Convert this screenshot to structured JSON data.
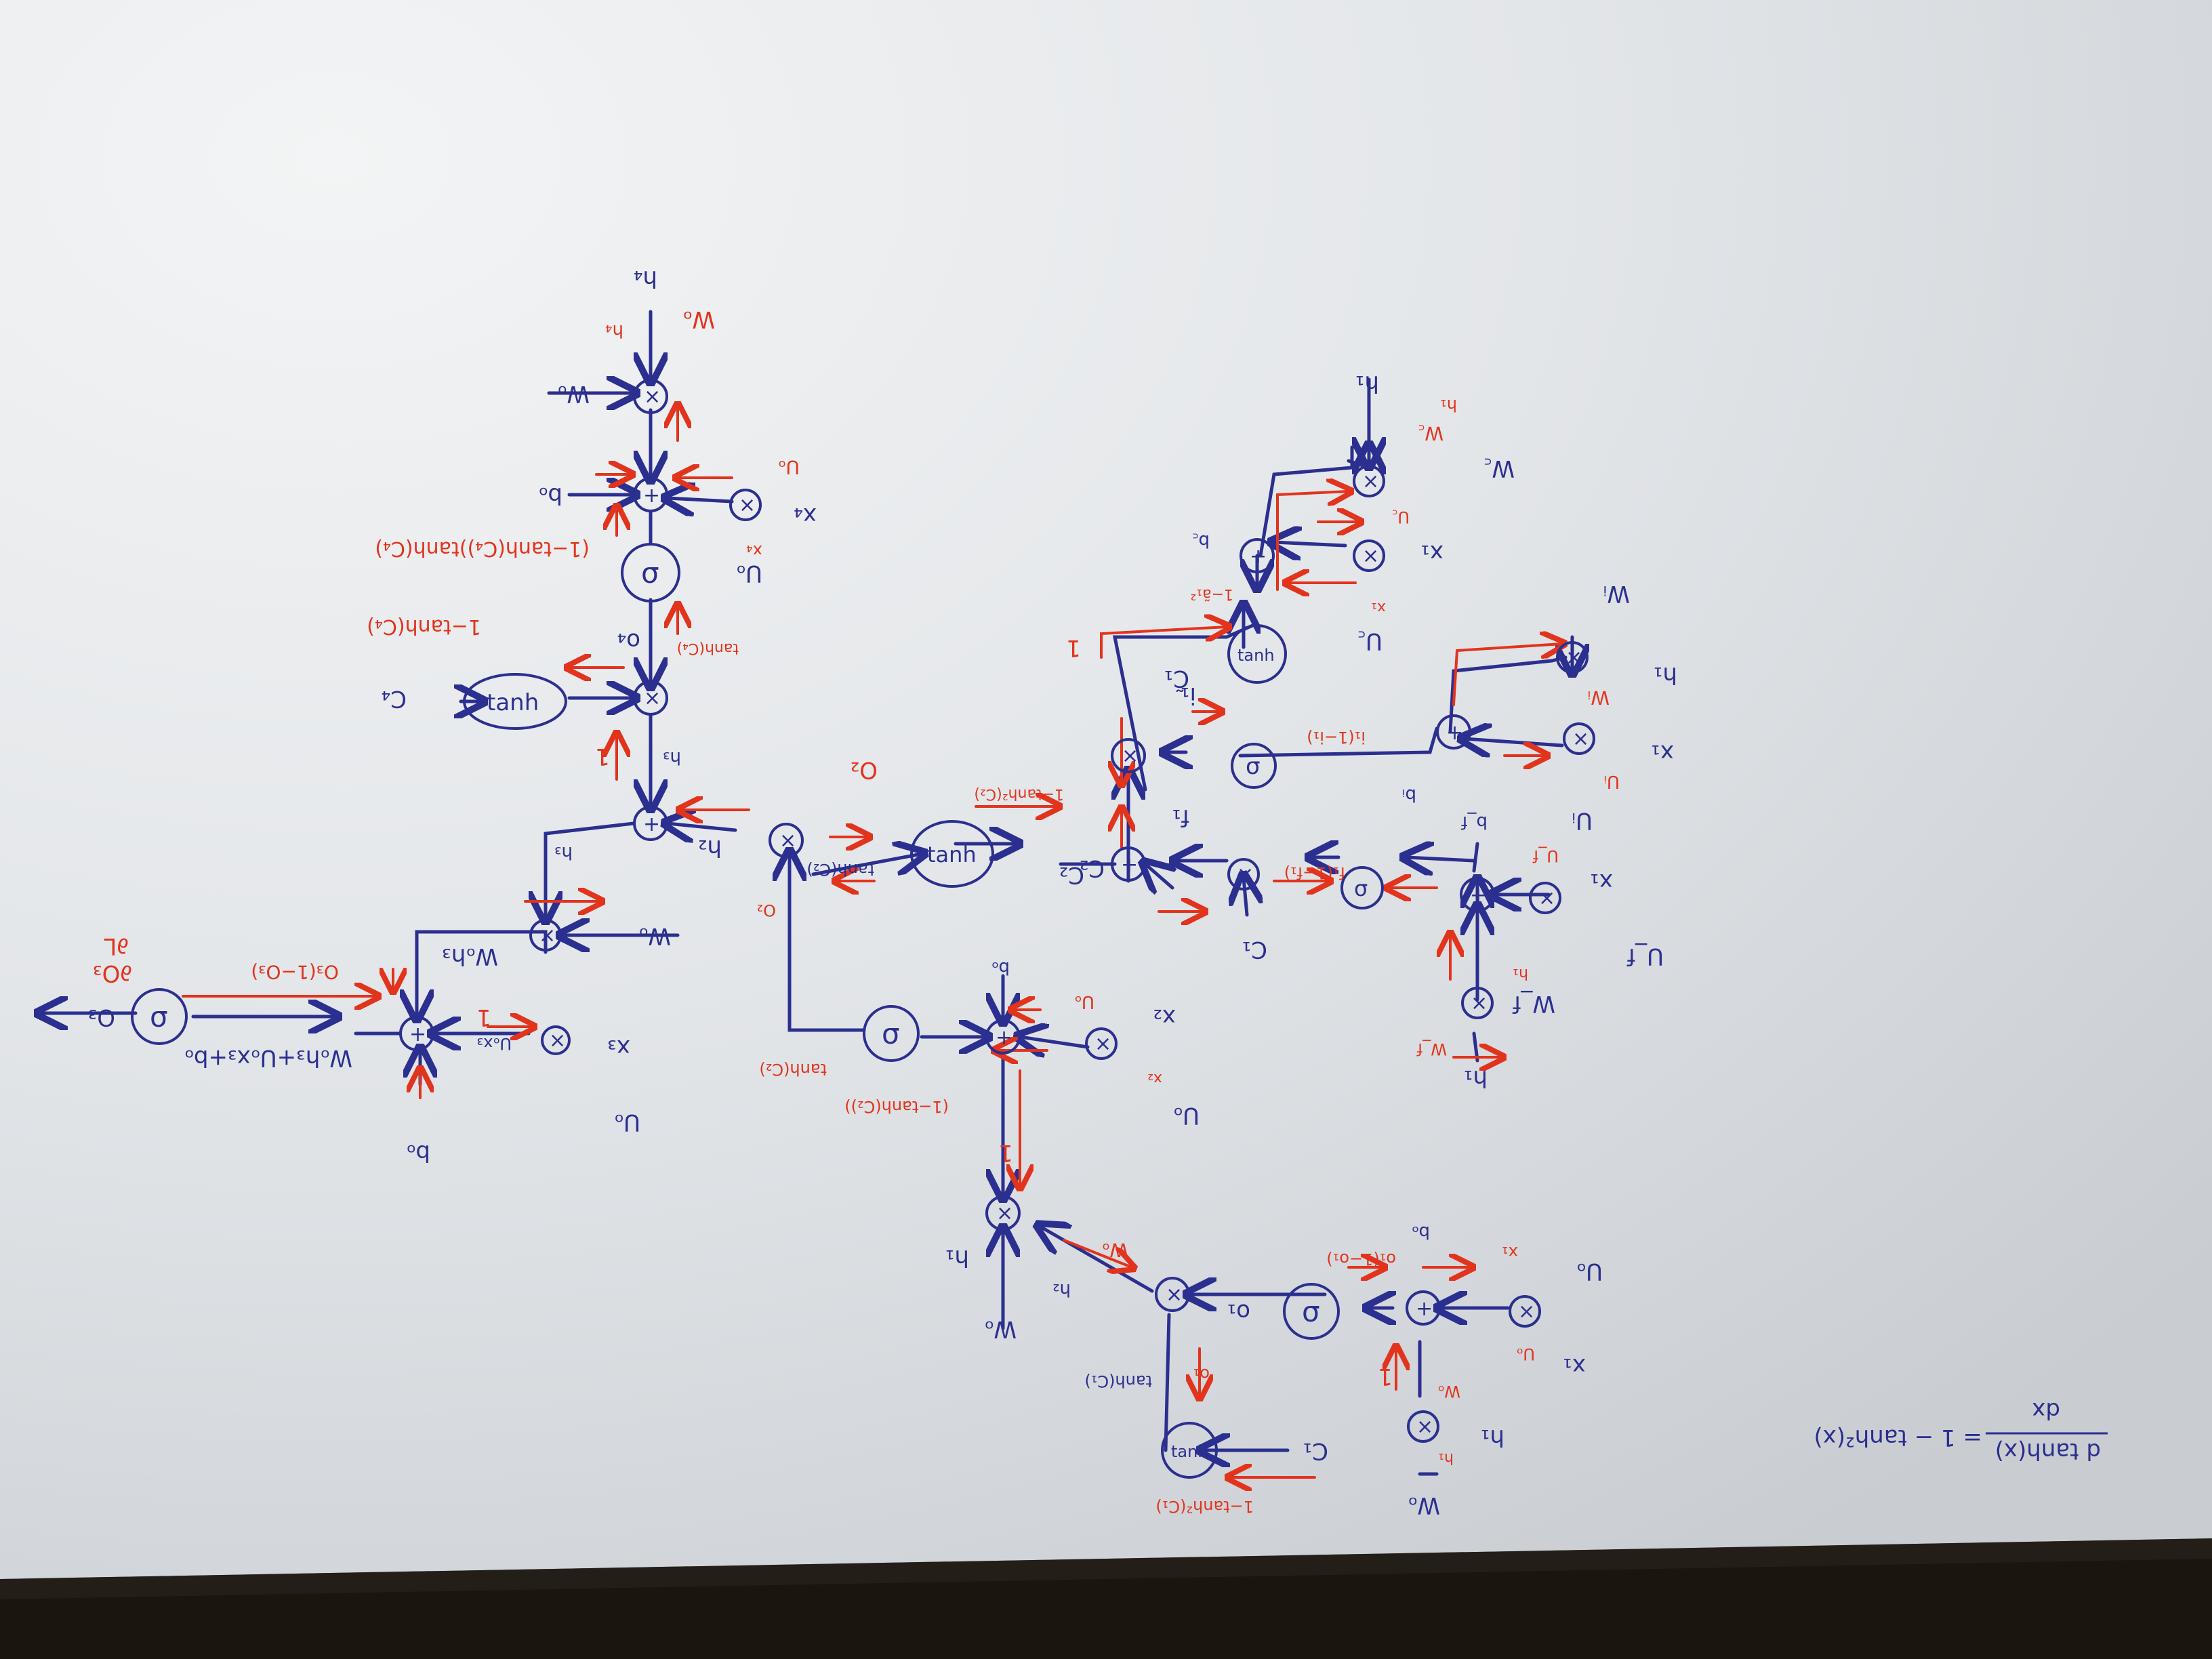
{
  "colors": {
    "paper": "#e6e8ea",
    "paper_shade": "#cfd3d8",
    "blue_ink": "#2b2f8f",
    "red_ink": "#e2341d",
    "background": "#1a1410"
  },
  "nodes": {
    "sigma": "σ",
    "plus": "+",
    "times": "×",
    "tanh": "tanh"
  },
  "formula": {
    "numerator": "d tanh(x)",
    "equals": "= 1 − tanh²(x)",
    "denominator": "dx"
  },
  "top_gate": {
    "h4": "h₄",
    "Wo": "Wₒ",
    "Wo_red": "Wₒ",
    "h4_red": "h₄",
    "bo": "bₒ",
    "x4": "x₄",
    "Uo": "Uₒ",
    "Uo_red": "Uₒ",
    "x4_red": "x₄",
    "sig_grad": "(1−tanh(C₄))tanh(C₄)",
    "o4": "o₄",
    "tanh_c4": "tanh(C₄)",
    "one_minus_tanh": "1−tanh(C₄)",
    "c4": "C₄",
    "h3": "h₃",
    "one": "1"
  },
  "output": {
    "o3": "O₃",
    "dL": "∂L",
    "do3": "∂O₃",
    "expr": "Wₒh₃+Uₒx₃+bₒ",
    "sig_grad": "O₃(1−O₃)",
    "woh3": "Wₒh₃",
    "uox3": "Uₒx₃",
    "x3": "x₃",
    "Uo": "Uₒ",
    "bo": "bₒ",
    "Wo": "Wₒ",
    "h3": "h₃",
    "one": "1"
  },
  "middle": {
    "h2": "h₂",
    "O2": "O₂",
    "tanh_c2": "tanh(C₂)",
    "c2": "C₂",
    "one_minus_tanh": "1−tanh²(C₂)",
    "O2_red": "O₂",
    "tanh_c2b": "tanh(C₂)",
    "bo": "bₒ",
    "Uo": "Uₒ",
    "x2": "x₂",
    "Uo2": "Uₒ",
    "x2_red": "x₂",
    "tanh_grad": "(1−tanh(C₂))",
    "tanh_red": "tanh(C₂)",
    "h1": "h₁",
    "Wo": "Wₒ",
    "Wo_red": "Wₒ",
    "h2b": "h₂",
    "one": "1"
  },
  "bottom": {
    "tanh_c1": "tanh(C₁)",
    "o1": "o₁",
    "o1_red": "o₁",
    "o1_grad": "o₁(1−o₁)",
    "bo": "bₒ",
    "Uo": "Uₒ",
    "x1": "x₁",
    "x1_red": "x₁",
    "Uo_red": "Uₒ",
    "c1": "C₁",
    "tanh_sq": "1−tanh²(C₁)",
    "h1": "h₁",
    "Wo": "Wₒ",
    "Wo_red": "Wₒ",
    "h1_red": "h₁",
    "one": "1"
  },
  "right": {
    "c2": "C₂",
    "i1": "i₁",
    "f1": "f₁",
    "c1": "C₁",
    "one": "1",
    "c1_tilde": "C̃₁",
    "tanh_red": "1−ã₁²",
    "i_grad": "i₁(1−i₁)",
    "f_grad": "f₁(1−f₁)",
    "Wc": "W꜀",
    "h1": "h₁",
    "h1_red": "h₁",
    "Wc_red": "W꜀",
    "bc": "b꜀",
    "Uc": "U꜀",
    "x1": "x₁",
    "Uc_red": "U꜀",
    "x1_red": "x₁",
    "Wi": "Wᵢ",
    "Wi_red": "Wᵢ",
    "h1b": "h₁",
    "bi": "bᵢ",
    "Ui": "Uᵢ",
    "Ui_red": "Uᵢ",
    "x1b": "x₁",
    "bf": "b_f",
    "Uf": "U_f",
    "Uf_red": "U_f",
    "x1c": "x₁",
    "Wf": "W_f",
    "Wf_red": "W_f",
    "h1c": "h₁",
    "h1c_red": "h₁"
  }
}
